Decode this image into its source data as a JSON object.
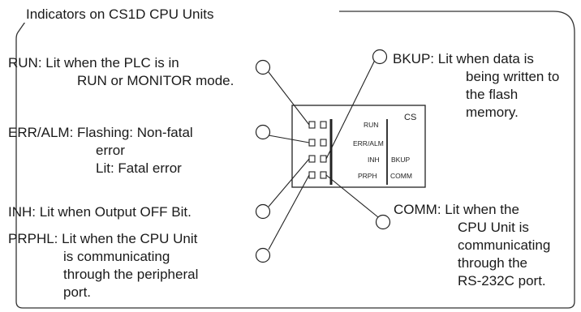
{
  "title": "Indicators on CS1D CPU Units",
  "unit_label": "CS",
  "indicators": {
    "run": "RUN",
    "err_alm": "ERR/ALM",
    "inh": "INH",
    "prph": "PRPH",
    "bkup": "BKUP",
    "comm": "COMM"
  },
  "descriptions": {
    "run": [
      "RUN: Lit when the PLC is in",
      "RUN or MONITOR mode."
    ],
    "err_alm": [
      "ERR/ALM: Flashing: Non-fatal",
      "error",
      "Lit: Fatal error"
    ],
    "inh": [
      "INH: Lit when Output OFF Bit."
    ],
    "prphl": [
      "PRPHL: Lit when the CPU Unit",
      "is communicating",
      "through the peripheral",
      "port."
    ],
    "bkup": [
      "BKUP: Lit when data is",
      "being written to",
      "the flash",
      "memory."
    ],
    "comm": [
      "COMM: Lit when the",
      "CPU Unit is",
      "communicating",
      "through the",
      "RS-232C port."
    ]
  }
}
